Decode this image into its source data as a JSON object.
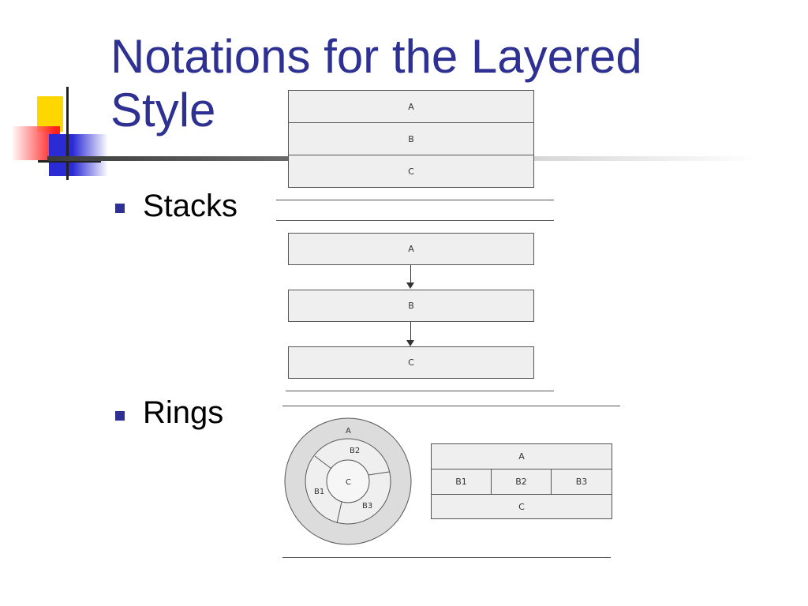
{
  "slide": {
    "title": "Notations for the Layered Style",
    "bullets": [
      "Stacks",
      "Rings"
    ],
    "accent_color": "#2e3192"
  },
  "stack_diagram": {
    "layers": [
      "A",
      "B",
      "C"
    ]
  },
  "arrow_diagram": {
    "layers": [
      "A",
      "B",
      "C"
    ]
  },
  "ring_diagram": {
    "outer": "A",
    "middle": [
      "B2",
      "B1",
      "B3"
    ],
    "inner": "C"
  },
  "layered_table": {
    "top": "A",
    "middle": [
      "B1",
      "B2",
      "B3"
    ],
    "bottom": "C"
  }
}
